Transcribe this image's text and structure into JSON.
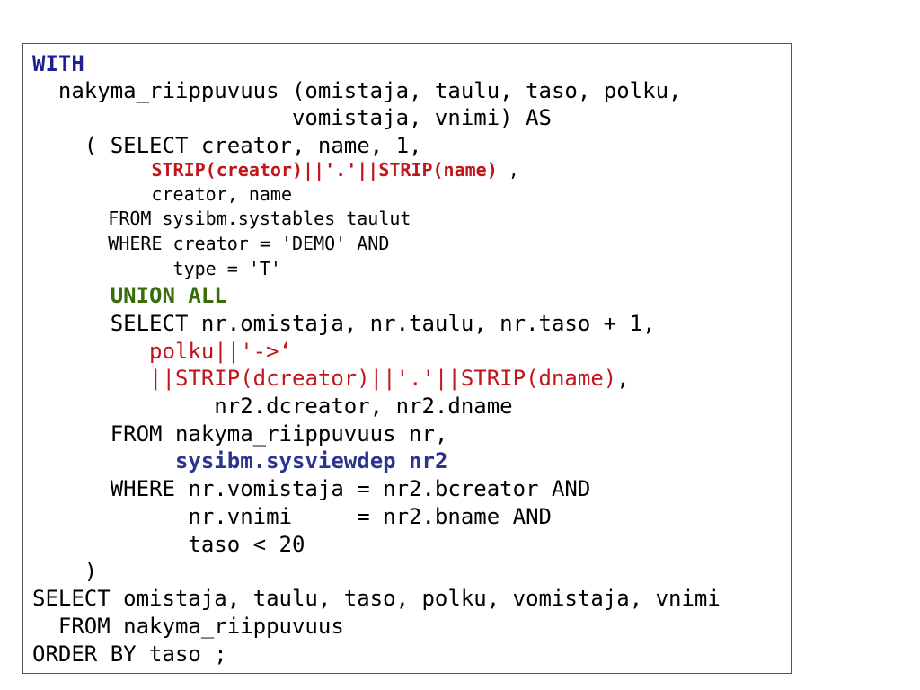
{
  "code_lines": [
    [
      {
        "text": "WITH",
        "style": "kw-blue"
      }
    ],
    [
      {
        "text": "  nakyma_riippuvuus (omistaja, taulu, taso, polku,",
        "style": ""
      }
    ],
    [
      {
        "text": "                    vomistaja, vnimi) AS",
        "style": ""
      }
    ],
    [
      {
        "text": "    ( SELECT creator, name, 1,",
        "style": ""
      }
    ],
    [
      {
        "text": "           ",
        "style": ""
      },
      {
        "text": "STRIP(creator)||'.'||STRIP(name)",
        "style": "red-bold"
      },
      {
        "text": " ,",
        "style": ""
      }
    ],
    [
      {
        "text": "           creator, name",
        "style": ""
      }
    ],
    [
      {
        "text": "       FROM sysibm.systables taulut",
        "style": ""
      }
    ],
    [
      {
        "text": "       WHERE creator = 'DEMO' AND",
        "style": ""
      }
    ],
    [
      {
        "text": "             type = 'T'",
        "style": ""
      }
    ],
    [
      {
        "text": "      ",
        "style": ""
      },
      {
        "text": "UNION ALL",
        "style": "kw-green"
      }
    ],
    [
      {
        "text": "      SELECT nr.omistaja, nr.taulu, nr.taso + 1,",
        "style": ""
      }
    ],
    [
      {
        "text": "         ",
        "style": ""
      },
      {
        "text": "polku||'->‘",
        "style": "red"
      }
    ],
    [
      {
        "text": "         ",
        "style": ""
      },
      {
        "text": "||STRIP(dcreator)||'.'||STRIP(dname)",
        "style": "red"
      },
      {
        "text": ",",
        "style": ""
      }
    ],
    [
      {
        "text": "              nr2.dcreator, nr2.dname",
        "style": ""
      }
    ],
    [
      {
        "text": "      FROM nakyma_riippuvuus nr,",
        "style": ""
      }
    ],
    [
      {
        "text": "           ",
        "style": ""
      },
      {
        "text": "sysibm.sysviewdep nr2",
        "style": "blue-bold"
      }
    ],
    [
      {
        "text": "      WHERE nr.vomistaja = nr2.bcreator AND",
        "style": ""
      }
    ],
    [
      {
        "text": "            nr.vnimi     = nr2.bname AND",
        "style": ""
      }
    ],
    [
      {
        "text": "            taso < 20",
        "style": ""
      }
    ],
    [
      {
        "text": "    )",
        "style": ""
      }
    ],
    [
      {
        "text": "SELECT omistaja, taulu, taso, polku, vomistaja, vnimi",
        "style": ""
      }
    ],
    [
      {
        "text": "  FROM nakyma_riippuvuus",
        "style": ""
      }
    ],
    [
      {
        "text": "ORDER BY taso ;",
        "style": ""
      }
    ]
  ]
}
